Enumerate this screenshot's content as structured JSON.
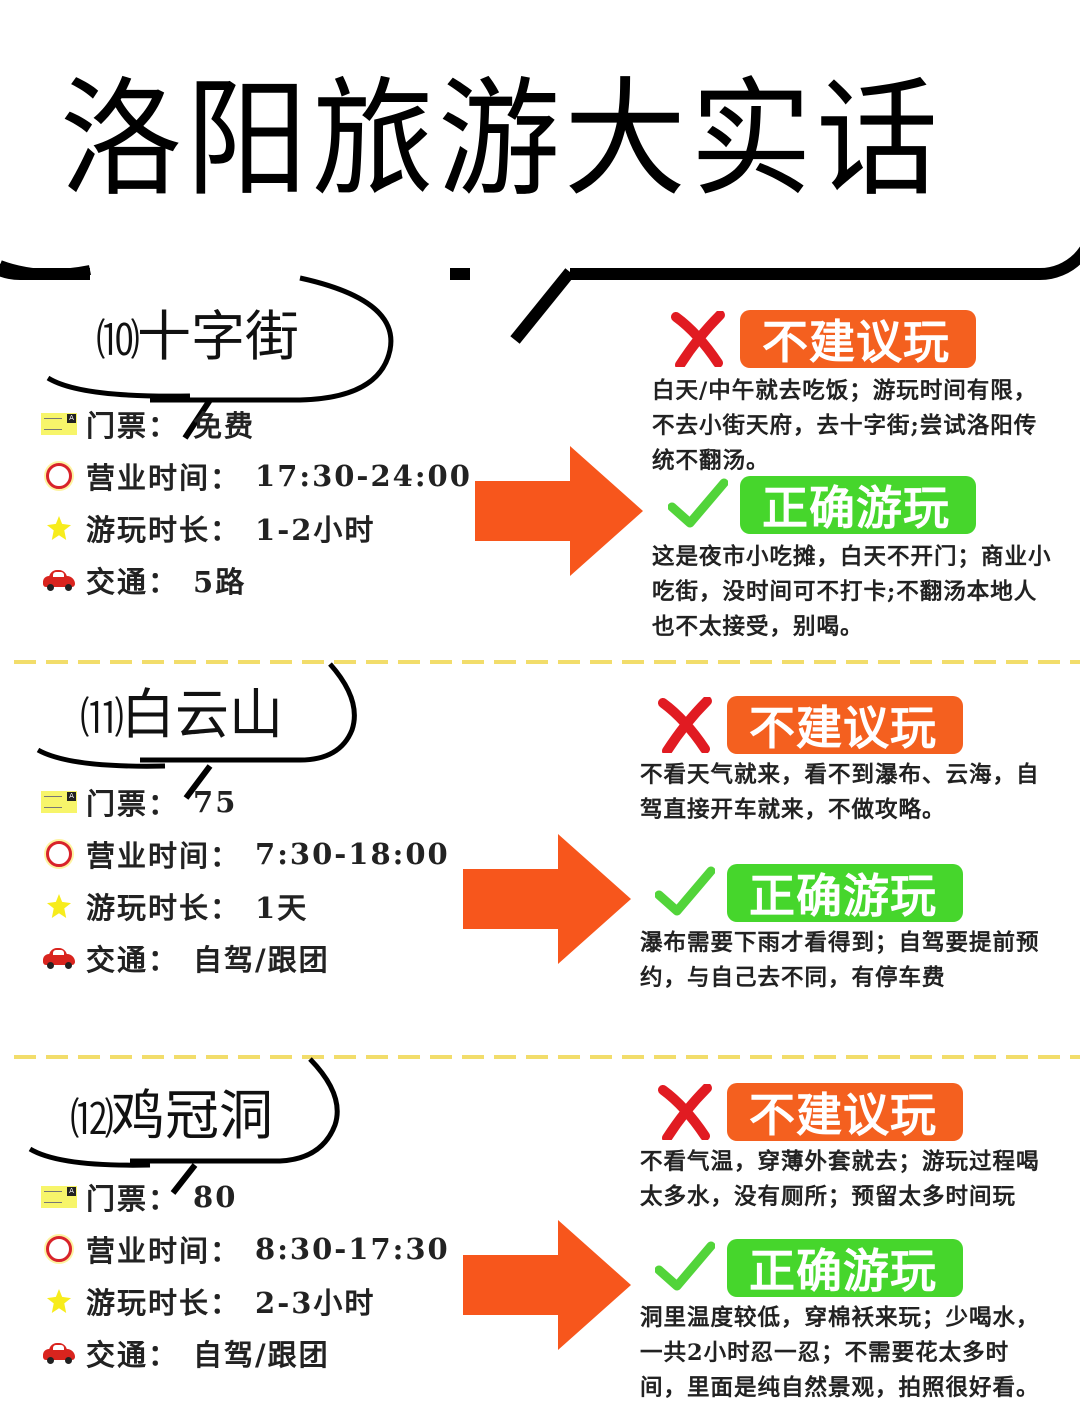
{
  "header": {
    "title": "洛阳旅游大实话"
  },
  "labels": {
    "ticket": "门票：",
    "hours": "营业时间：",
    "duration": "游玩时长：",
    "transport": "交通："
  },
  "badges": {
    "bad": "不建议玩",
    "good": "正确游玩"
  },
  "colors": {
    "bad_badge": "#f4601f",
    "good_badge": "#46d62c",
    "arrow": "#f7561c",
    "x_mark": "#e11b22",
    "check_mark": "#52d43a",
    "divider": "#f2dd6b"
  },
  "spots": [
    {
      "number": "⑽",
      "name": "十字街",
      "ticket": "免费",
      "hours": "17:30-24:00",
      "duration": "1-2小时",
      "transport": "5路",
      "bad_lines": [
        "白天/中午就去吃饭；游玩时间有限，",
        "不去小街天府，去十字街;尝试洛阳传",
        "统不翻汤。"
      ],
      "good_lines": [
        "这是夜市小吃摊，白天不开门；商业小",
        "吃街，没时间可不打卡;不翻汤本地人",
        "也不太接受，别喝。"
      ]
    },
    {
      "number": "⑾",
      "name": "白云山",
      "ticket": "75",
      "hours": "7:30-18:00",
      "duration": "1天",
      "transport": "自驾/跟团",
      "bad_lines": [
        "不看天气就来，看不到瀑布、云海，自",
        "驾直接开车就来，不做攻略。"
      ],
      "good_lines": [
        "瀑布需要下雨才看得到；自驾要提前预",
        "约，与自己去不同，有停车费"
      ]
    },
    {
      "number": "⑿",
      "name": "鸡冠洞",
      "ticket": "80",
      "hours": "8:30-17:30",
      "duration": "2-3小时",
      "transport": "自驾/跟团",
      "bad_lines": [
        "不看气温，穿薄外套就去；游玩过程喝",
        "太多水，没有厕所；预留太多时间玩"
      ],
      "good_lines": [
        "洞里温度较低，穿棉袄来玩；少喝水，",
        "一共2小时忍一忍；不需要花太多时",
        "间，里面是纯自然景观，拍照很好看。"
      ]
    }
  ]
}
